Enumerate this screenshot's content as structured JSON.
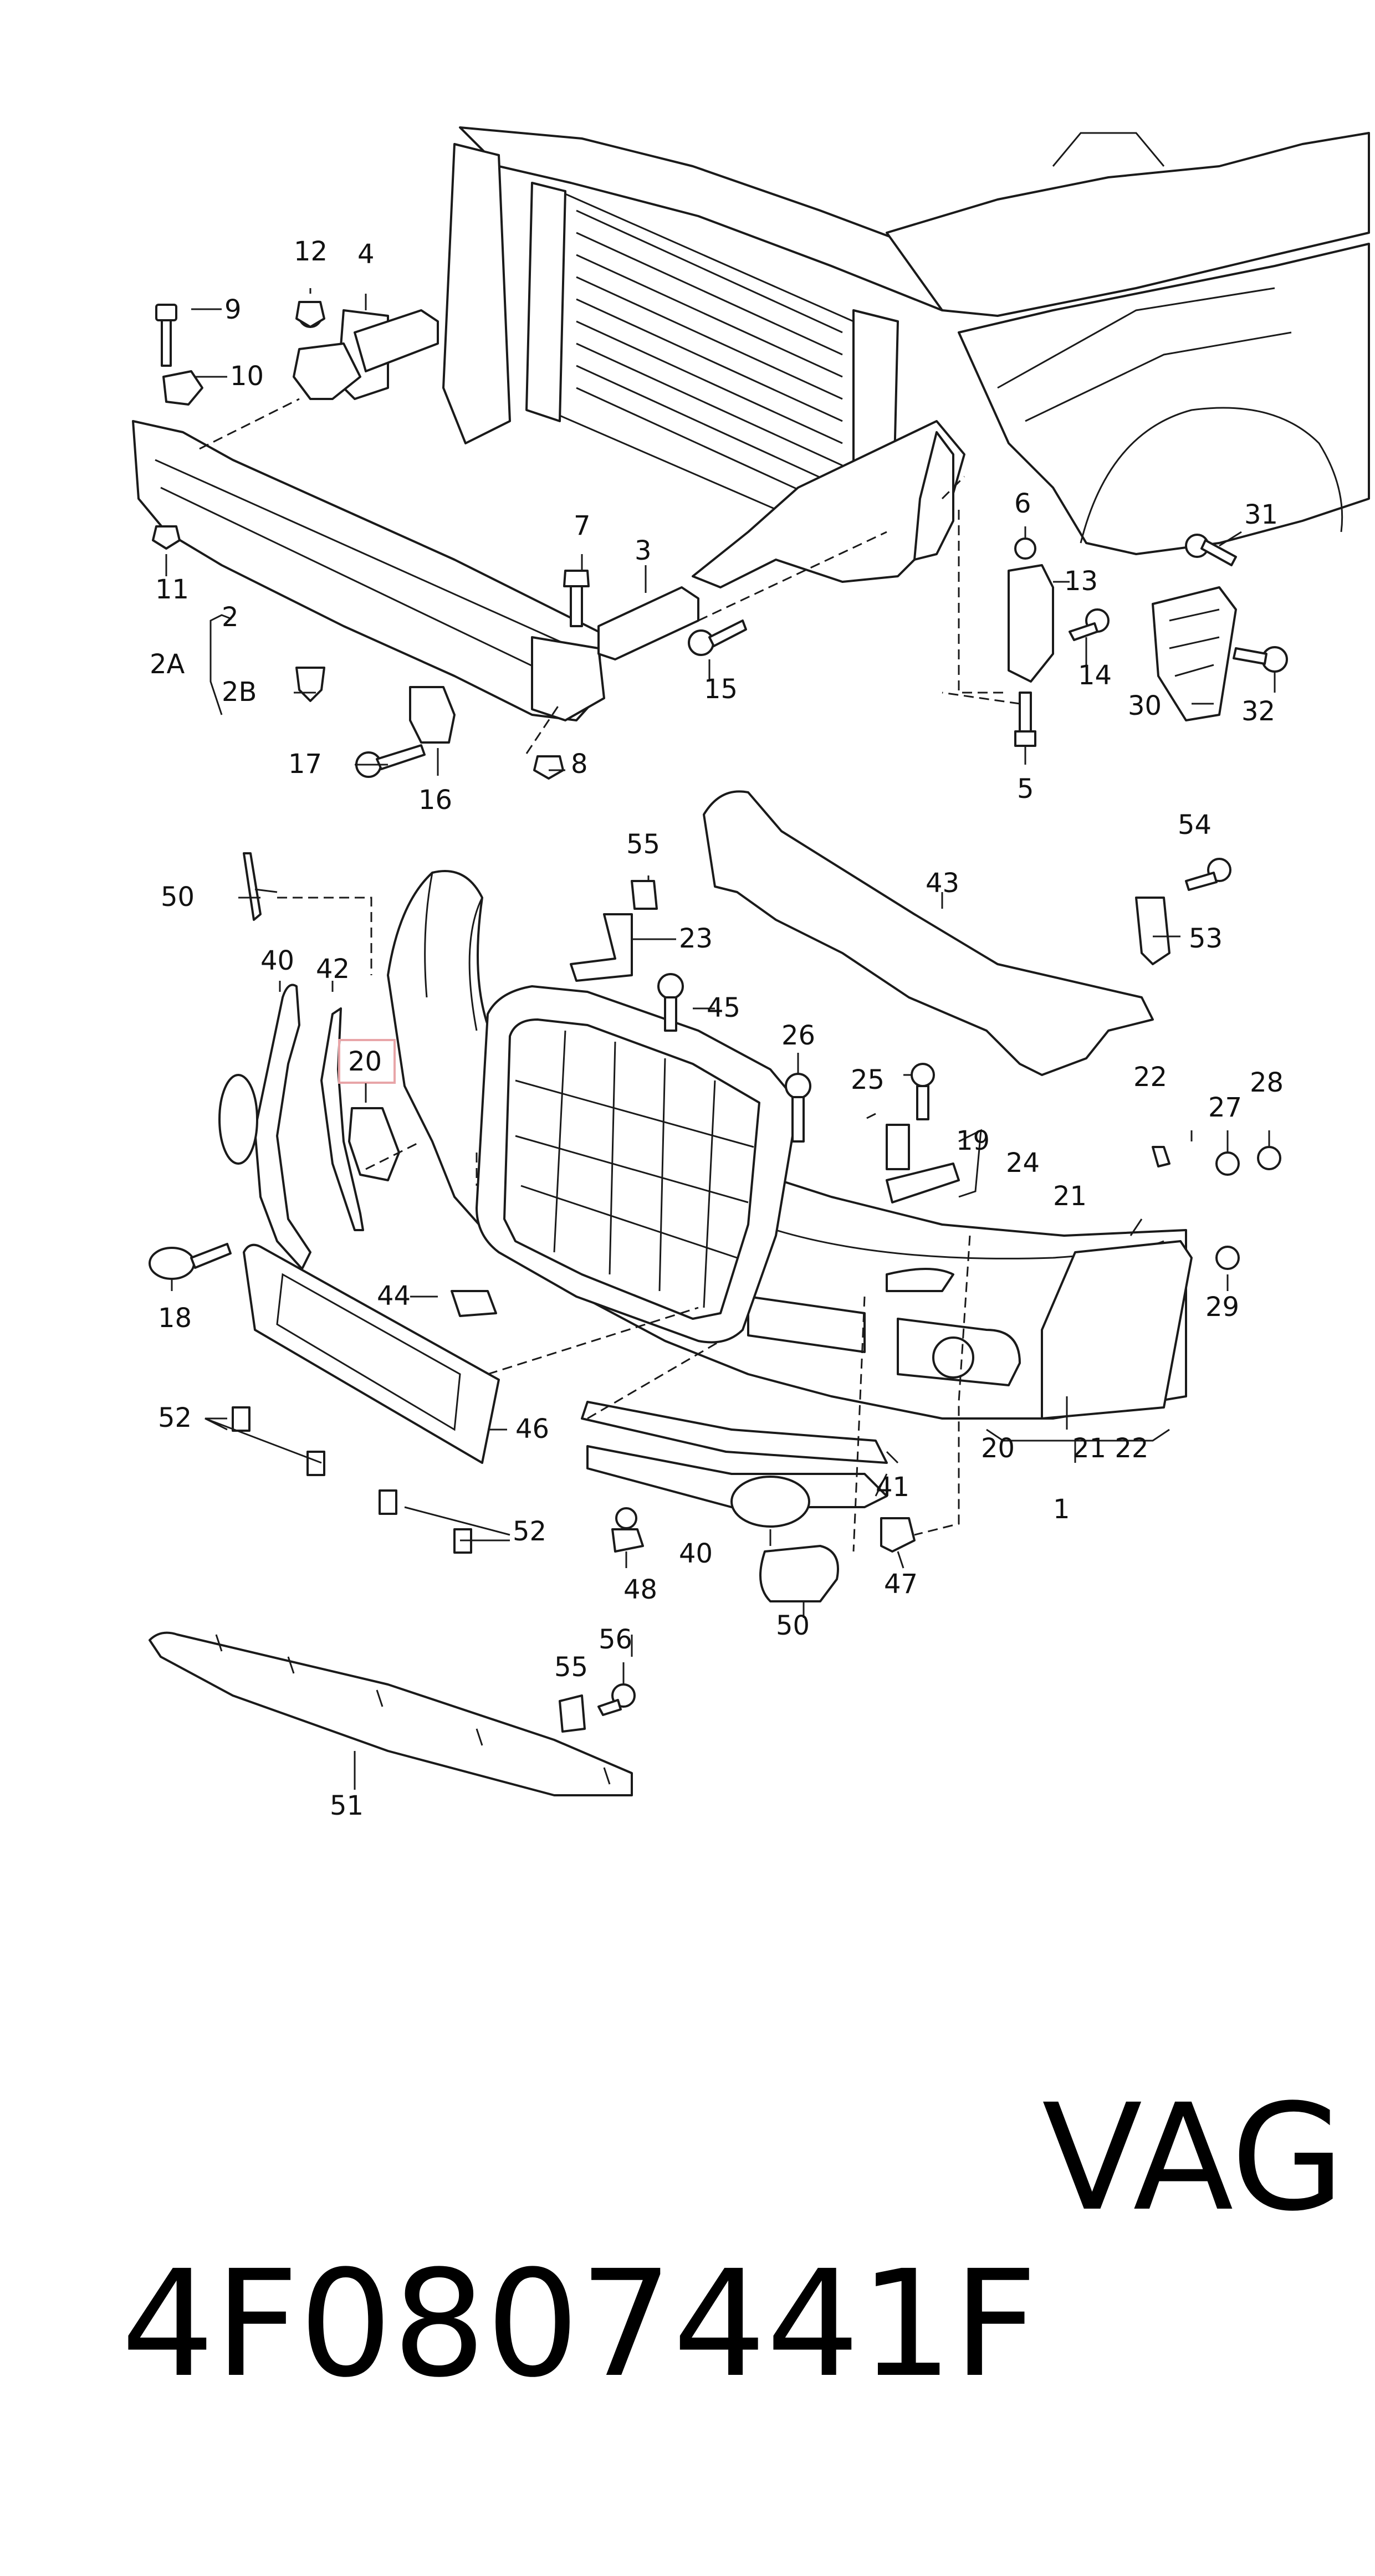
{
  "caption": {
    "part_number": "4F0807441F",
    "brand": "VAG"
  },
  "highlight": {
    "label": "20",
    "color": "#e8a5a8"
  },
  "labels": [
    "1",
    "2",
    "2A",
    "2B",
    "3",
    "4",
    "5",
    "6",
    "7",
    "8",
    "9",
    "10",
    "11",
    "12",
    "13",
    "14",
    "15",
    "16",
    "17",
    "18",
    "19",
    "20",
    "21",
    "22",
    "23",
    "24",
    "25",
    "26",
    "27",
    "28",
    "29",
    "30",
    "31",
    "32",
    "40",
    "41",
    "42",
    "43",
    "44",
    "45",
    "46",
    "47",
    "48",
    "50",
    "51",
    "52",
    "53",
    "54",
    "55",
    "56"
  ]
}
